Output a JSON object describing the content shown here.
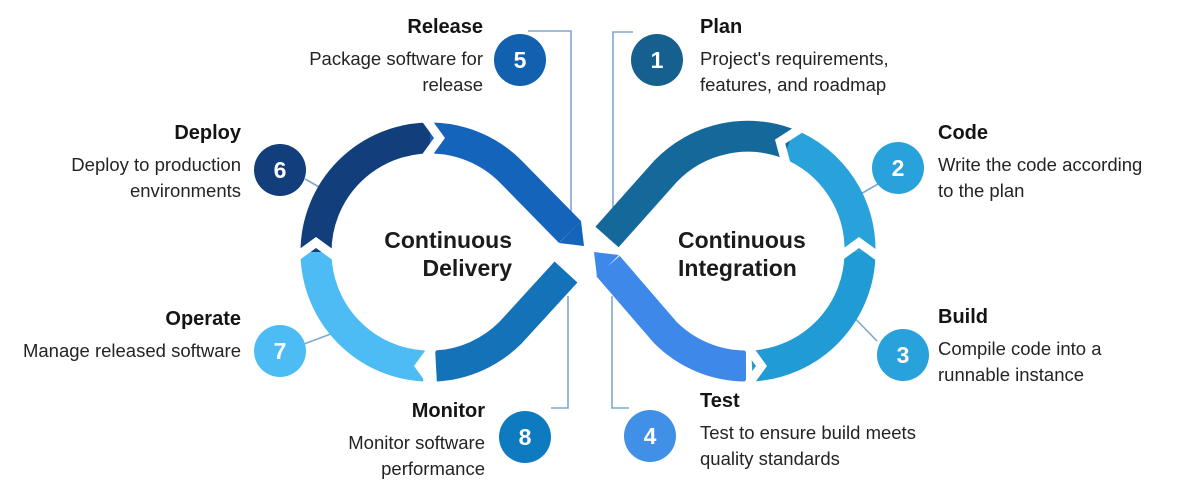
{
  "center_labels": {
    "delivery": {
      "line1": "Continuous",
      "line2": "Delivery"
    },
    "integration": {
      "line1": "Continuous",
      "line2": "Integration"
    }
  },
  "stages": [
    {
      "number": "1",
      "title": "Plan",
      "desc1": "Project's requirements,",
      "desc2": "features, and roadmap",
      "color": "#15608F"
    },
    {
      "number": "2",
      "title": "Code",
      "desc1": "Write the code according",
      "desc2": "to the plan",
      "color": "#29A2DB"
    },
    {
      "number": "3",
      "title": "Build",
      "desc1": "Compile code into a",
      "desc2": "runnable instance",
      "color": "#29A2DB"
    },
    {
      "number": "4",
      "title": "Test",
      "desc1": "Test to ensure build meets",
      "desc2": "quality standards",
      "color": "#4190E8"
    },
    {
      "number": "5",
      "title": "Release",
      "desc1": "Package software for",
      "desc2": "release",
      "color": "#1161AF"
    },
    {
      "number": "6",
      "title": "Deploy",
      "desc1": "Deploy to production",
      "desc2": "environments",
      "color": "#123E7C"
    },
    {
      "number": "7",
      "title": "Operate",
      "desc1": "Manage released software",
      "desc2": "",
      "color": "#4DBCF4"
    },
    {
      "number": "8",
      "title": "Monitor",
      "desc1": "Monitor software",
      "desc2": "performance",
      "color": "#0E7AC0"
    }
  ],
  "loop_colors": {
    "left_navy": "#123E7C",
    "left_blue": "#1564BC",
    "left_bottom": "#1472B8",
    "left_sky": "#4DBCF4",
    "right_teal": "#15689A",
    "right_upper": "#29A2DB",
    "right_lower": "#219BD4",
    "right_medium": "#3E88EA",
    "connector": "#7FA8CE"
  }
}
